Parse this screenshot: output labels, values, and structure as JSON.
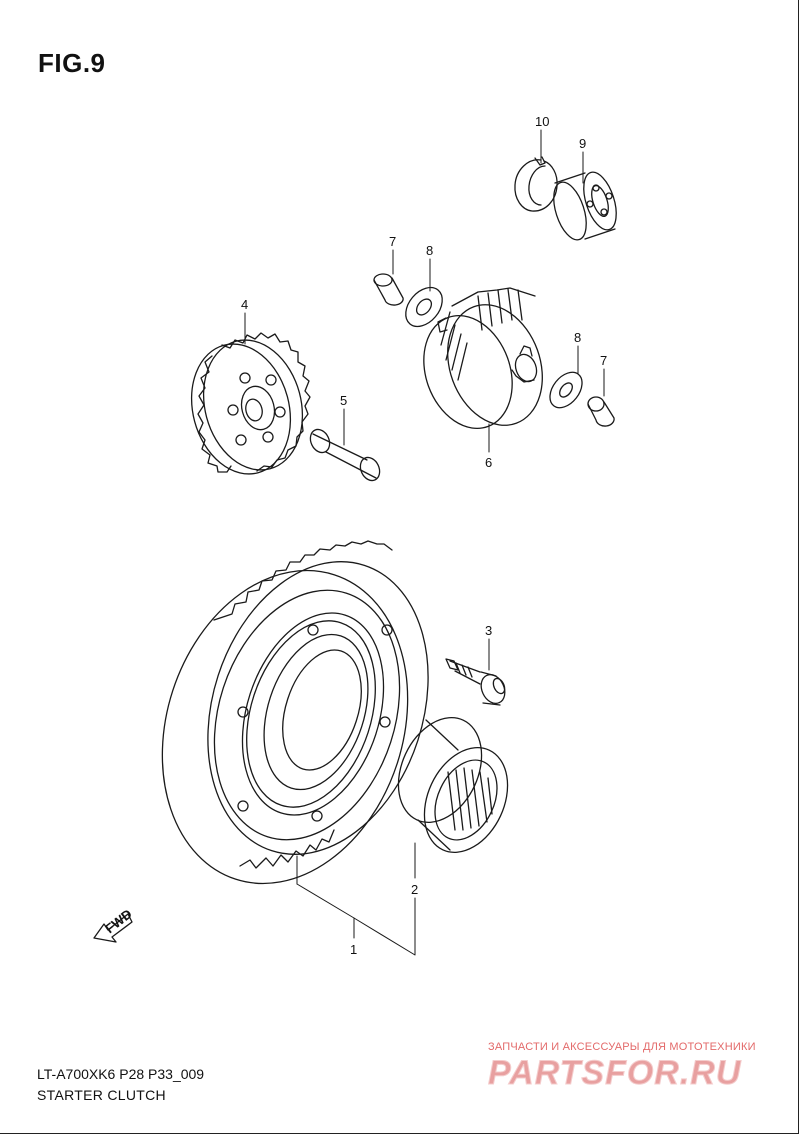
{
  "figure": {
    "title": "FIG.9"
  },
  "callouts": {
    "p1": "1",
    "p2": "2",
    "p3": "3",
    "p4": "4",
    "p5": "5",
    "p6": "6",
    "p7a": "7",
    "p7b": "7",
    "p8a": "8",
    "p8b": "8",
    "p9": "9",
    "p10": "10"
  },
  "fwd_marker": {
    "label": "FWD"
  },
  "footer": {
    "model_code": "LT-A700XK6 P28 P33_009",
    "section_name": "STARTER CLUTCH"
  },
  "watermark": {
    "tagline": "ЗАПЧАСТИ И АКСЕССУАРЫ ДЛЯ МОТОТЕХНИКИ",
    "logo_text": "PARTSFOR.RU",
    "color": "#e8a0a0"
  },
  "colors": {
    "line": "#1a1a1a",
    "background": "#ffffff"
  }
}
